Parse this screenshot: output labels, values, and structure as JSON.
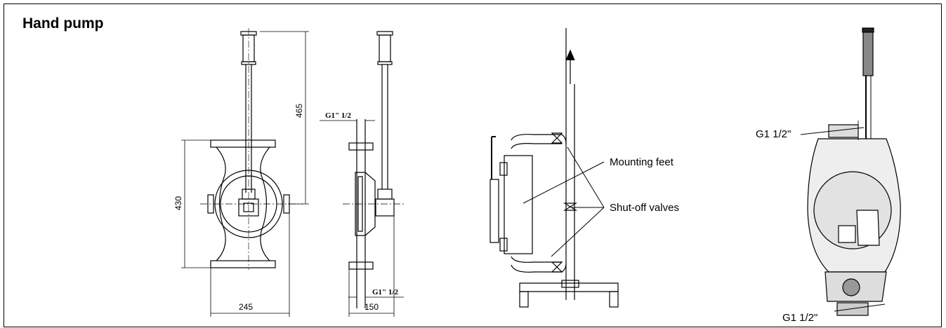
{
  "title": "Hand pump",
  "front_view": {
    "dim_height_top": "465",
    "dim_height_body": "430",
    "dim_width": "245"
  },
  "side_view": {
    "dim_port_top": "G1\" 1/2",
    "dim_port_bottom": "G1\" 1/2",
    "dim_width": "150"
  },
  "installation_view": {
    "label_mounting_feet": "Mounting feet",
    "label_shutoff_valves": "Shut-off valves"
  },
  "photo_view": {
    "label_port_top": "G1 1/2\"",
    "label_port_bottom": "G1 1/2\""
  }
}
